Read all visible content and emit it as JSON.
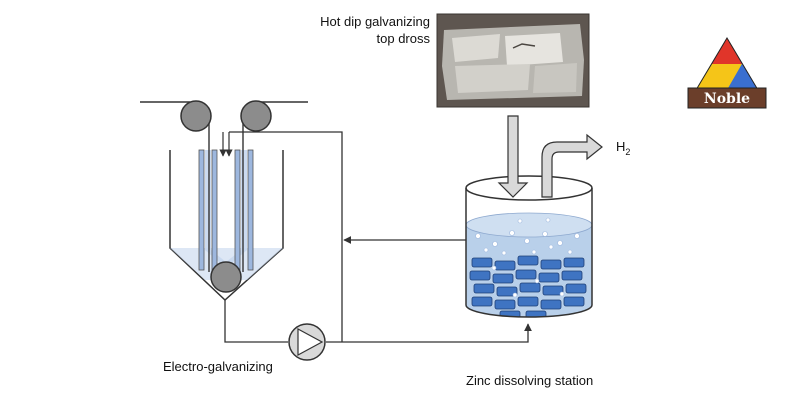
{
  "labels": {
    "dross_line1": "Hot dip galvanizing",
    "dross_line2": "top dross",
    "h2": "H",
    "h2_sub": "2",
    "electro": "Electro-galvanizing",
    "zinc_station": "Zinc dissolving station"
  },
  "logo": {
    "text": "Noble"
  },
  "icons": {
    "pump": "pump-icon",
    "logo": "noble-logo-icon"
  },
  "colors": {
    "line": "#333333",
    "tank_fill": "#b9d0ea",
    "tank_inner": "#cfdff1",
    "zinc_block": "#3f74c2",
    "roller": "#8c8c8c",
    "arrow_fill": "#d9d9d9",
    "logo_red": "#e0352a",
    "logo_yellow": "#f5c518",
    "logo_blue": "#3a6fd0",
    "logo_banner": "#6b3e2a"
  }
}
